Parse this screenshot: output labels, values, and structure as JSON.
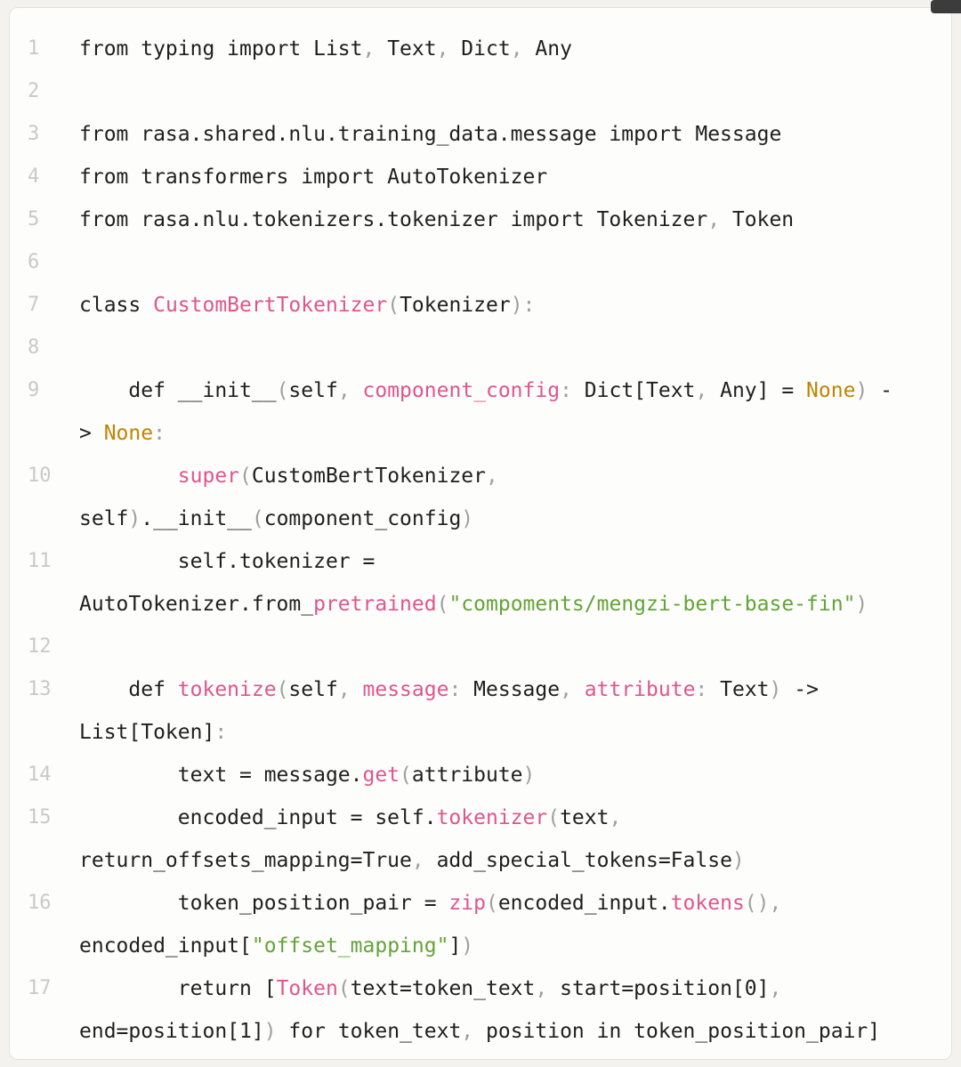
{
  "theme": {
    "page_bg": "#f4f2ee",
    "card_bg": "#fdfdfc",
    "card_border": "#e6e3de",
    "text": "#1f1f1f",
    "punct": "#9f9f9f",
    "pink": "#e0558c",
    "string": "#64a338",
    "orange": "#c18401",
    "line_number": "#c9c9c9",
    "chip": "#3c3c3c"
  },
  "code": {
    "rows": [
      {
        "n": "1",
        "p": [
          [
            "from typing import List",
            "pl"
          ],
          [
            ", ",
            "pu"
          ],
          [
            "Text",
            "pl"
          ],
          [
            ", ",
            "pu"
          ],
          [
            "Dict",
            "pl"
          ],
          [
            ", ",
            "pu"
          ],
          [
            "Any",
            "pl"
          ]
        ]
      },
      {
        "n": "2",
        "p": []
      },
      {
        "n": "3",
        "p": [
          [
            "from rasa.shared.nlu.training_data.message import Message",
            "pl"
          ]
        ]
      },
      {
        "n": "4",
        "p": [
          [
            "from transformers import AutoTokenizer",
            "pl"
          ]
        ]
      },
      {
        "n": "5",
        "p": [
          [
            "from rasa.nlu.tokenizers.tokenizer import Tokenizer",
            "pl"
          ],
          [
            ", ",
            "pu"
          ],
          [
            "Token",
            "pl"
          ]
        ]
      },
      {
        "n": "6",
        "p": []
      },
      {
        "n": "7",
        "p": [
          [
            "class ",
            "pl"
          ],
          [
            "CustomBertTokenizer",
            "pk"
          ],
          [
            "(",
            "pu"
          ],
          [
            "Tokenizer",
            "pl"
          ],
          [
            "):",
            "pu"
          ]
        ]
      },
      {
        "n": "8",
        "p": []
      },
      {
        "n": "9",
        "p": [
          [
            "    def __init__",
            "pl"
          ],
          [
            "(",
            "pu"
          ],
          [
            "self",
            "pl"
          ],
          [
            ", ",
            "pu"
          ],
          [
            "component_config",
            "pk"
          ],
          [
            ": ",
            "pu"
          ],
          [
            "Dict[Text",
            "pl"
          ],
          [
            ", ",
            "pu"
          ],
          [
            "Any] = ",
            "pl"
          ],
          [
            "None",
            "or"
          ],
          [
            ")",
            "pu"
          ],
          [
            " -",
            "pl"
          ]
        ]
      },
      {
        "n": "",
        "p": [
          [
            "> ",
            "pl"
          ],
          [
            "None",
            "or"
          ],
          [
            ":",
            "pu"
          ]
        ]
      },
      {
        "n": "10",
        "p": [
          [
            "        ",
            "pl"
          ],
          [
            "super",
            "pk"
          ],
          [
            "(",
            "pu"
          ],
          [
            "CustomBertTokenizer",
            "pl"
          ],
          [
            ",",
            "pu"
          ]
        ]
      },
      {
        "n": "",
        "p": [
          [
            "self",
            "pl"
          ],
          [
            ")",
            "pu"
          ],
          [
            ".__init__",
            "pl"
          ],
          [
            "(",
            "pu"
          ],
          [
            "component_config",
            "pl"
          ],
          [
            ")",
            "pu"
          ]
        ]
      },
      {
        "n": "11",
        "p": [
          [
            "        self.tokenizer =",
            "pl"
          ]
        ]
      },
      {
        "n": "",
        "p": [
          [
            "AutoTokenizer.from_",
            "pl"
          ],
          [
            "pretrained",
            "pk"
          ],
          [
            "(",
            "pu"
          ],
          [
            "\"compoments/mengzi-bert-base-fin\"",
            "st"
          ],
          [
            ")",
            "pu"
          ]
        ]
      },
      {
        "n": "12",
        "p": []
      },
      {
        "n": "13",
        "p": [
          [
            "    def ",
            "pl"
          ],
          [
            "tokenize",
            "pk"
          ],
          [
            "(",
            "pu"
          ],
          [
            "self",
            "pl"
          ],
          [
            ", ",
            "pu"
          ],
          [
            "message",
            "pk"
          ],
          [
            ": ",
            "pu"
          ],
          [
            "Message",
            "pl"
          ],
          [
            ", ",
            "pu"
          ],
          [
            "attribute",
            "pk"
          ],
          [
            ": ",
            "pu"
          ],
          [
            "Text",
            "pl"
          ],
          [
            ")",
            "pu"
          ],
          [
            " ->",
            "pl"
          ]
        ]
      },
      {
        "n": "",
        "p": [
          [
            "List[Token]",
            "pl"
          ],
          [
            ":",
            "pu"
          ]
        ]
      },
      {
        "n": "14",
        "p": [
          [
            "        text = message.",
            "pl"
          ],
          [
            "get",
            "pk"
          ],
          [
            "(",
            "pu"
          ],
          [
            "attribute",
            "pl"
          ],
          [
            ")",
            "pu"
          ]
        ]
      },
      {
        "n": "15",
        "p": [
          [
            "        encoded_input = self.",
            "pl"
          ],
          [
            "tokenizer",
            "pk"
          ],
          [
            "(",
            "pu"
          ],
          [
            "text",
            "pl"
          ],
          [
            ",",
            "pu"
          ]
        ]
      },
      {
        "n": "",
        "p": [
          [
            "return_offsets_mapping=True",
            "pl"
          ],
          [
            ", ",
            "pu"
          ],
          [
            "add_special_tokens=False",
            "pl"
          ],
          [
            ")",
            "pu"
          ]
        ]
      },
      {
        "n": "16",
        "p": [
          [
            "        token_position_pair = ",
            "pl"
          ],
          [
            "zip",
            "pk"
          ],
          [
            "(",
            "pu"
          ],
          [
            "encoded_input.",
            "pl"
          ],
          [
            "tokens",
            "pk"
          ],
          [
            "(),",
            "pu"
          ]
        ]
      },
      {
        "n": "",
        "p": [
          [
            "encoded_input[",
            "pl"
          ],
          [
            "\"offset_mapping\"",
            "st"
          ],
          [
            "]",
            "pl"
          ],
          [
            ")",
            "pu"
          ]
        ]
      },
      {
        "n": "17",
        "p": [
          [
            "        return [",
            "pl"
          ],
          [
            "Token",
            "pk"
          ],
          [
            "(",
            "pu"
          ],
          [
            "text=token_text",
            "pl"
          ],
          [
            ", ",
            "pu"
          ],
          [
            "start=position[0]",
            "pl"
          ],
          [
            ",",
            "pu"
          ]
        ]
      },
      {
        "n": "",
        "p": [
          [
            "end=position[1]",
            "pl"
          ],
          [
            ")",
            "pu"
          ],
          [
            " for token_text",
            "pl"
          ],
          [
            ", ",
            "pu"
          ],
          [
            "position in token_position_pair]",
            "pl"
          ]
        ]
      }
    ]
  }
}
